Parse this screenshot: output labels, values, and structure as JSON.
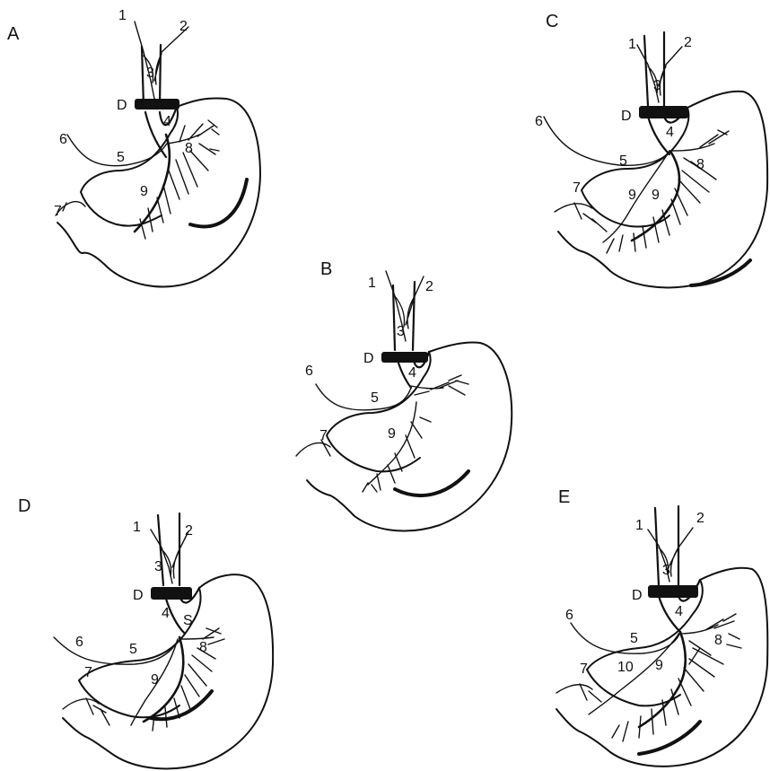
{
  "panels": [
    {
      "letter": "A",
      "labels": {
        "n1": "1",
        "n2": "2",
        "n3": "3",
        "d": "D",
        "n4": "4",
        "n5": "5",
        "n6": "6",
        "n7": "7",
        "n8": "8",
        "n9": "9"
      }
    },
    {
      "letter": "B",
      "labels": {
        "n1": "1",
        "n2": "2",
        "n3": "3",
        "d": "D",
        "n4": "4",
        "n5": "5",
        "n6": "6",
        "n7": "7",
        "n9": "9"
      }
    },
    {
      "letter": "C",
      "labels": {
        "n1": "1",
        "n2": "2",
        "n3": "3",
        "d": "D",
        "n4": "4",
        "n5": "5",
        "n6": "6",
        "n7": "7",
        "n8": "8",
        "n9a": "9",
        "n9b": "9"
      }
    },
    {
      "letter": "D",
      "labels": {
        "n1": "1",
        "n2": "2",
        "n3": "3",
        "d": "D",
        "n4": "4",
        "s": "S",
        "n5": "5",
        "n6": "6",
        "n7": "7",
        "n8": "8",
        "n9": "9"
      }
    },
    {
      "letter": "E",
      "labels": {
        "n1": "1",
        "n2": "2",
        "n3": "3",
        "d": "D",
        "n4": "4",
        "n5": "5",
        "n6": "6",
        "n7": "7",
        "n8": "8",
        "n9": "9",
        "n10": "10"
      }
    }
  ]
}
